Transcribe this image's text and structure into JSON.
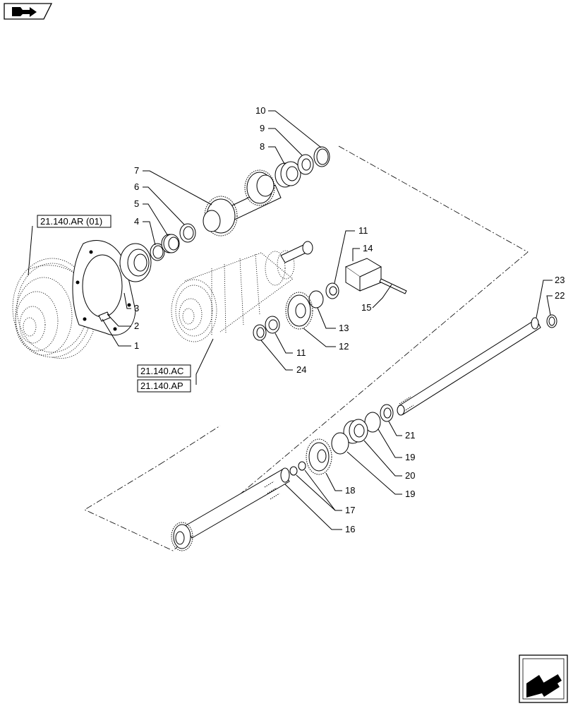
{
  "nav": {
    "prev_icon": "nav-back-icon",
    "next_icon": "nav-next-icon"
  },
  "references": [
    {
      "id": "ref-ar",
      "text": "21.140.AR (01)"
    },
    {
      "id": "ref-ac",
      "text": "21.140.AC"
    },
    {
      "id": "ref-ap",
      "text": "21.140.AP"
    }
  ],
  "callouts": [
    "1",
    "2",
    "3",
    "4",
    "5",
    "6",
    "7",
    "8",
    "9",
    "10",
    "11",
    "14",
    "15",
    "11",
    "13",
    "12",
    "24",
    "23",
    "22",
    "21",
    "19",
    "20",
    "19",
    "18",
    "17",
    "16"
  ]
}
